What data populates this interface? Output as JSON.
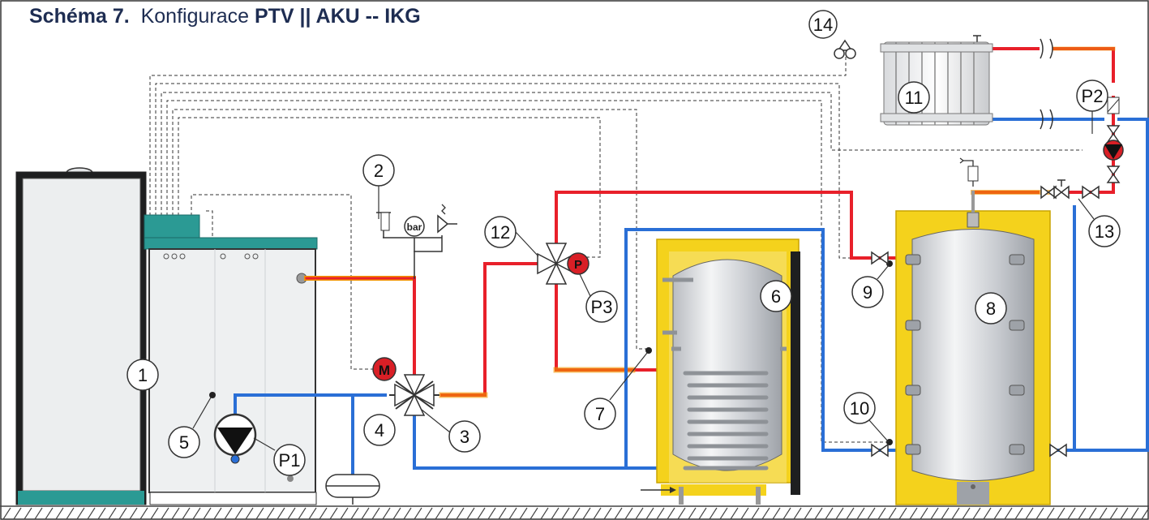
{
  "title": {
    "prefix": "Schéma 7.",
    "mid": "Konfigurace",
    "config": "PTV || AKU -- IKG"
  },
  "labels": {
    "n1": "1",
    "n2": "2",
    "n3": "3",
    "n4": "4",
    "n5": "5",
    "n6": "6",
    "n7": "7",
    "n8": "8",
    "n9": "9",
    "n10": "10",
    "n11": "11",
    "n12": "12",
    "n13": "13",
    "n14": "14",
    "p1": "P1",
    "p2": "P2",
    "p3": "P3"
  },
  "symbols": {
    "pressure_gauge": "bar",
    "motor": "M",
    "pump_p3": "P"
  },
  "colors": {
    "hot": "#e8202a",
    "cold": "#2a6fd6",
    "boiler_teal": "#2b9a94",
    "insulation": "#f4d21c",
    "tank_steel": "#c9ccd0",
    "text": "#1e2d52"
  },
  "icons": [
    "pump-icon",
    "valve-icon",
    "safety-valve-icon",
    "thermostat-icon",
    "expansion-vessel-icon"
  ]
}
